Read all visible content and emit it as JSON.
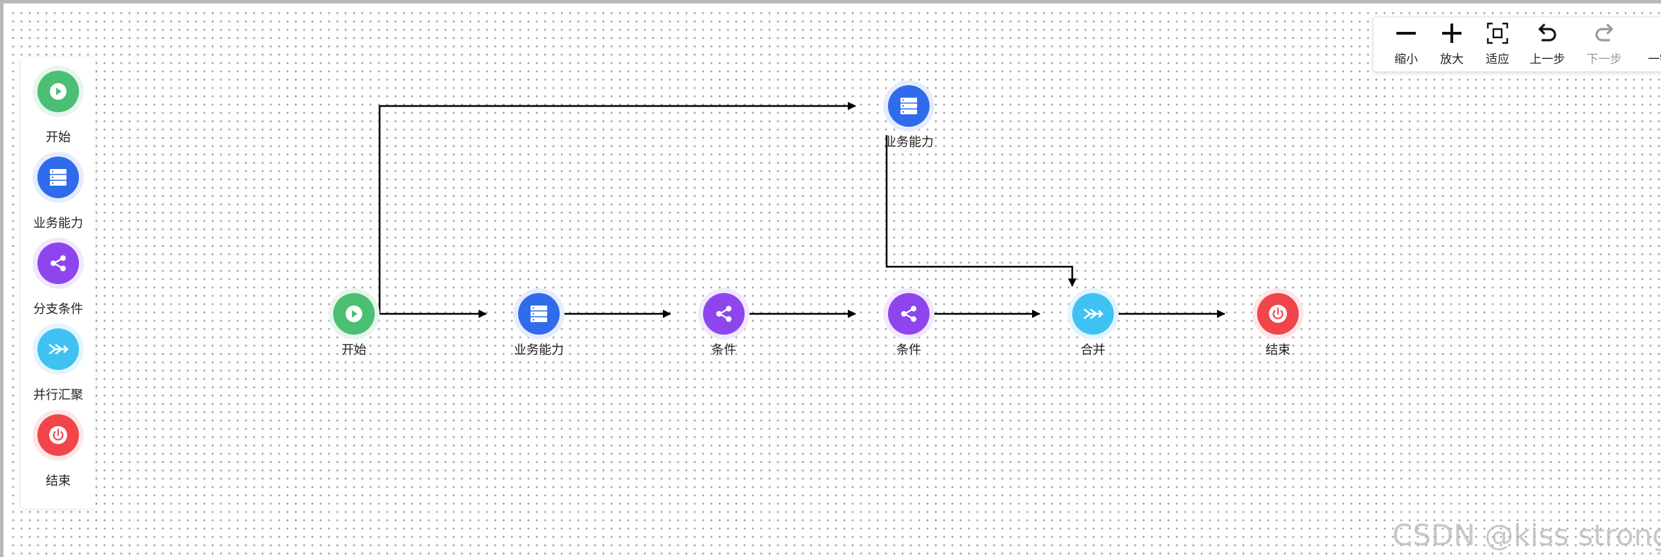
{
  "stencil": {
    "items": [
      {
        "label": "开始",
        "icon": "play-icon",
        "color": "#4bbf73"
      },
      {
        "label": "业务能力",
        "icon": "server-icon",
        "color": "#2f6bea"
      },
      {
        "label": "分支条件",
        "icon": "share-icon",
        "color": "#8f45ee"
      },
      {
        "label": "并行汇聚",
        "icon": "merge-icon",
        "color": "#3fc2f2"
      },
      {
        "label": "结束",
        "icon": "power-icon",
        "color": "#f0454b"
      }
    ]
  },
  "toolbar": {
    "zoom_out": "缩小",
    "zoom_in": "放大",
    "fit": "适应",
    "undo": "上一步",
    "redo": "下一步",
    "more": "一键"
  },
  "graph": {
    "nodes": {
      "start": {
        "label": "开始",
        "type": "start"
      },
      "service1": {
        "label": "业务能力",
        "type": "service"
      },
      "service2": {
        "label": "业务能力",
        "type": "service"
      },
      "cond1": {
        "label": "条件",
        "type": "condition"
      },
      "cond2": {
        "label": "条件",
        "type": "condition"
      },
      "merge": {
        "label": "合并",
        "type": "merge"
      },
      "end": {
        "label": "结束",
        "type": "end"
      }
    },
    "edges": [
      {
        "from": "start",
        "to": "service1"
      },
      {
        "from": "start",
        "to": "service2"
      },
      {
        "from": "service1",
        "to": "cond1"
      },
      {
        "from": "cond1",
        "to": "cond2"
      },
      {
        "from": "cond2",
        "to": "merge"
      },
      {
        "from": "service2",
        "to": "merge"
      },
      {
        "from": "merge",
        "to": "end"
      }
    ]
  },
  "watermark": "CSDN @kiss strong"
}
